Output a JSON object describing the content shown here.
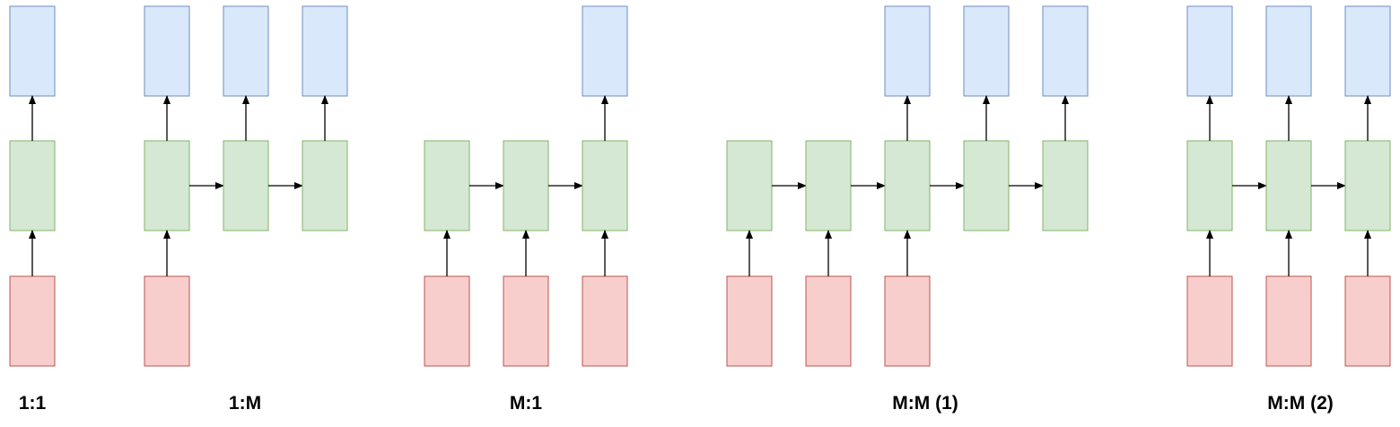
{
  "colors": {
    "output_fill": "#dae8fc",
    "output_stroke": "#6c8ebf",
    "hidden_fill": "#d5e8d4",
    "hidden_stroke": "#82b366",
    "input_fill": "#f8cecc",
    "input_stroke": "#b85450",
    "arrow": "#000000"
  },
  "panels": [
    {
      "caption": "1:1",
      "columns": [
        {
          "input": true,
          "output": true
        }
      ]
    },
    {
      "caption": "1:M",
      "columns": [
        {
          "input": true,
          "output": true
        },
        {
          "input": false,
          "output": true
        },
        {
          "input": false,
          "output": true
        }
      ]
    },
    {
      "caption": "M:1",
      "columns": [
        {
          "input": true,
          "output": false
        },
        {
          "input": true,
          "output": false
        },
        {
          "input": true,
          "output": true
        }
      ]
    },
    {
      "caption": "M:M (1)",
      "columns": [
        {
          "input": true,
          "output": false
        },
        {
          "input": true,
          "output": false
        },
        {
          "input": true,
          "output": true
        },
        {
          "input": false,
          "output": true
        },
        {
          "input": false,
          "output": true
        }
      ]
    },
    {
      "caption": "M:M (2)",
      "columns": [
        {
          "input": true,
          "output": true
        },
        {
          "input": true,
          "output": true
        },
        {
          "input": true,
          "output": true
        }
      ]
    }
  ]
}
